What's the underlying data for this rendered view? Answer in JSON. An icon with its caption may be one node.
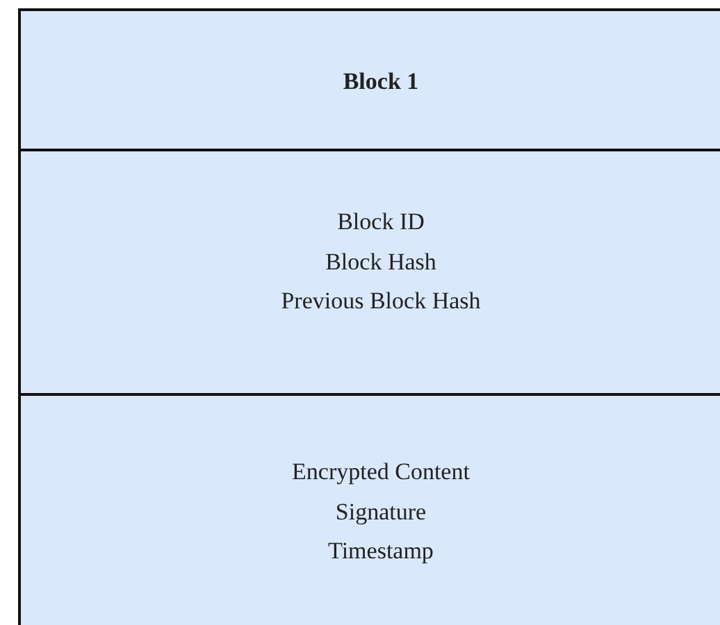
{
  "diagram": {
    "nodes": [
      {
        "text": [
          "Block 1"
        ]
      },
      {
        "text": [
          "Block ID",
          "Block Hash",
          "Previous Block Hash"
        ]
      },
      {
        "text": [
          "Encrypted Content",
          "Signature",
          "Timestamp"
        ]
      }
    ]
  }
}
